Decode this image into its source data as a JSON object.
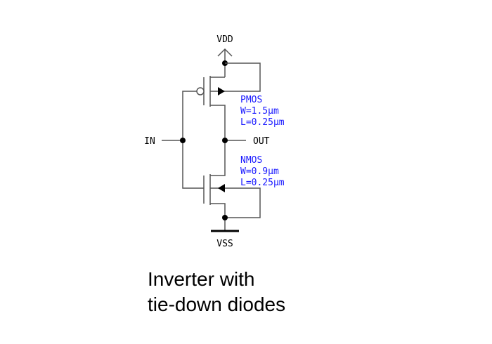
{
  "nets": {
    "vdd": "VDD",
    "vss": "VSS",
    "input": "IN",
    "output": "OUT"
  },
  "pmos": {
    "type": "PMOS",
    "width": "W=1.5µm",
    "length": "L=0.25µm"
  },
  "nmos": {
    "type": "NMOS",
    "width": "W=0.9µm",
    "length": "L=0.25µm"
  },
  "caption": {
    "line1": "Inverter with",
    "line2": "tie-down diodes"
  },
  "colors": {
    "wire": "#555555",
    "param_text": "#1a1aff"
  }
}
